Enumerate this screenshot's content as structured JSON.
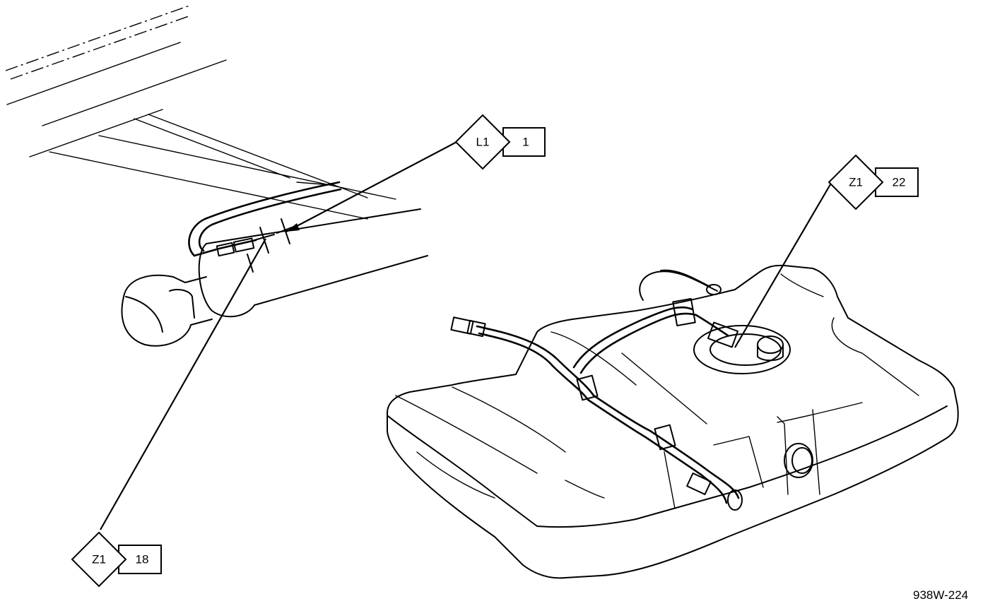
{
  "callouts": [
    {
      "code": "L1",
      "number": "1"
    },
    {
      "code": "Z1",
      "number": "22"
    },
    {
      "code": "Z1",
      "number": "18"
    }
  ],
  "figure_id": "938W-224"
}
